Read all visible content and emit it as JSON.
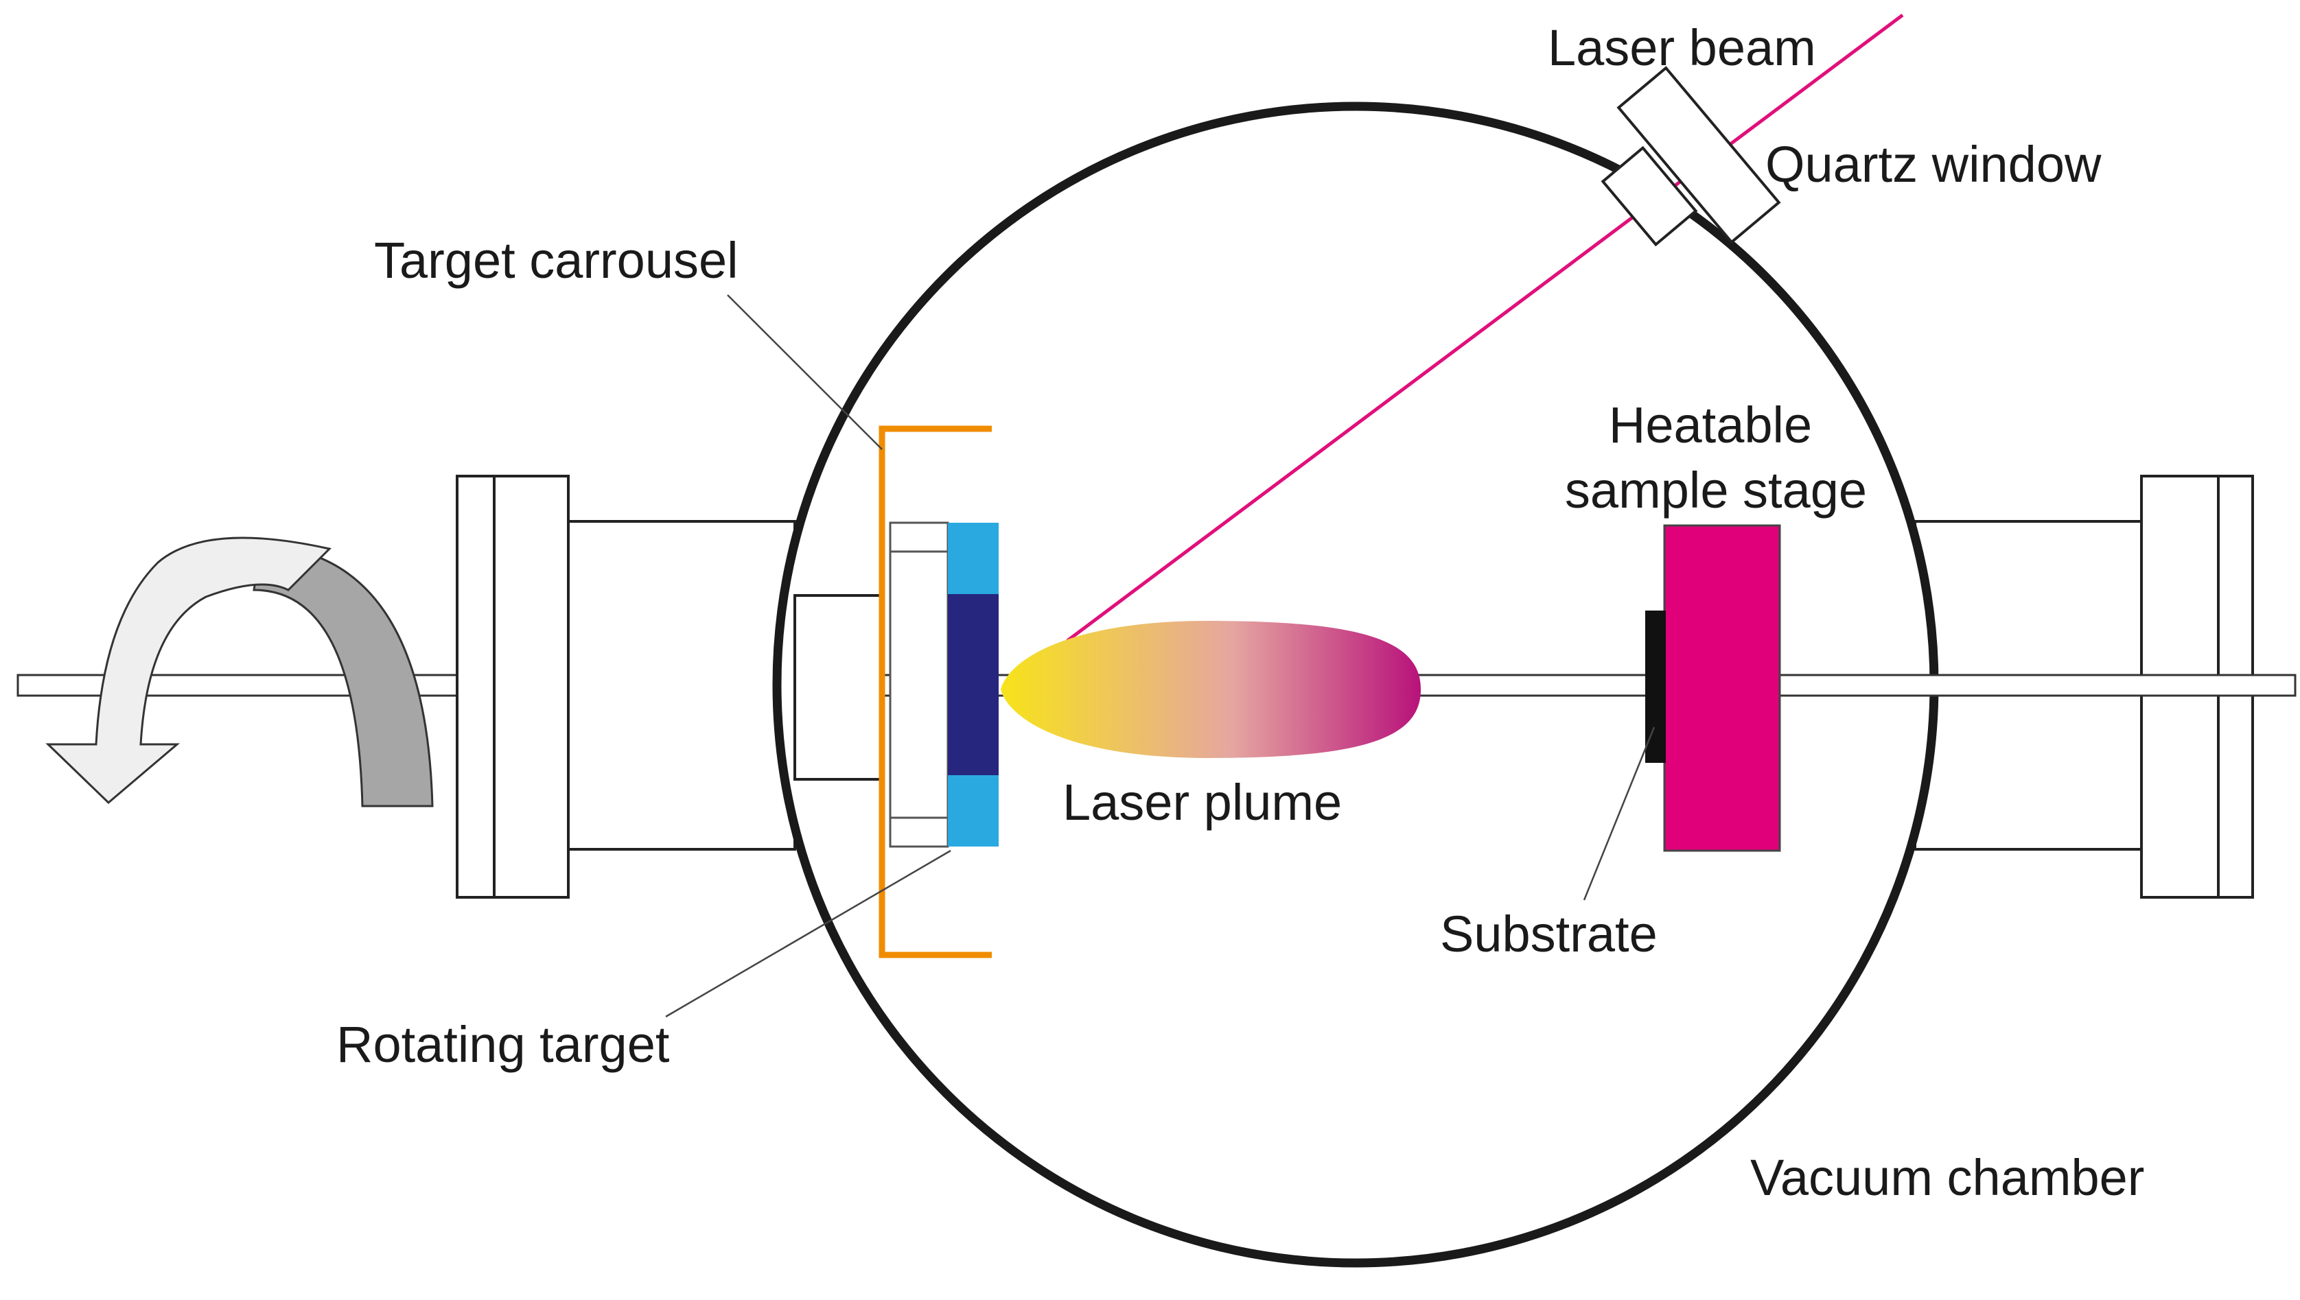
{
  "labels": {
    "laser_beam": "Laser beam",
    "quartz_window": "Quartz window",
    "target_carrousel": "Target carrousel",
    "heatable_line1": "Heatable",
    "heatable_line2": "sample stage",
    "laser_plume": "Laser plume",
    "substrate": "Substrate",
    "rotating_target": "Rotating target",
    "vacuum_chamber": "Vacuum chamber"
  },
  "colors": {
    "chamber_outline": "#1a1a1a",
    "laser_beam": "#e0107a",
    "carrousel": "#f08c00",
    "target_light": "#2aa9e0",
    "target_dark": "#26267e",
    "sample_stage": "#e0007a",
    "substrate": "#111111",
    "plume_start": "#f7e31a",
    "plume_mid": "#e5a6a0",
    "plume_end": "#b8127a",
    "rotation_arrow_front": "#efefef",
    "rotation_arrow_back": "#a6a6a6"
  }
}
